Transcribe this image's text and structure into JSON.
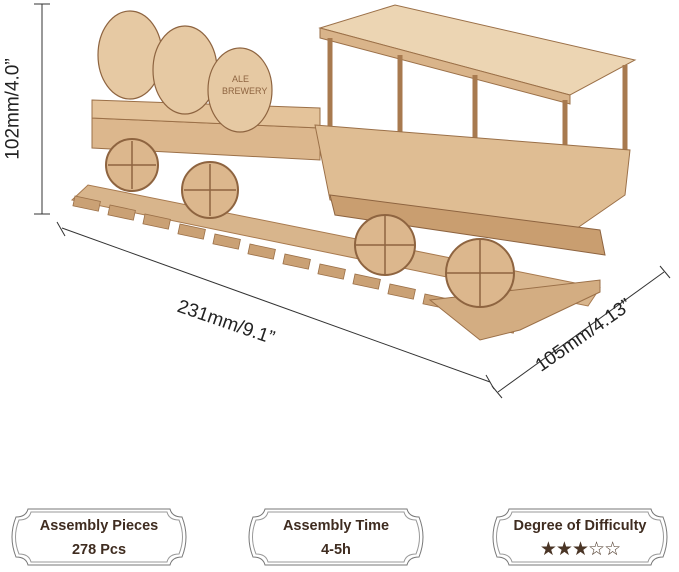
{
  "dimensions": {
    "height": "102mm/4.0”",
    "length": "231mm/9.1”",
    "width": "105mm/4.13”"
  },
  "product_image": "wooden-train-model-with-barrel-wagon-and-carriage",
  "badges": [
    {
      "title": "Assembly Pieces",
      "value": "278  Pcs"
    },
    {
      "title": "Assembly Time",
      "value": "4-5h"
    },
    {
      "title": "Degree of Difficulty",
      "rating": 3,
      "max": 5,
      "filled_star": "★",
      "empty_star": "☆"
    }
  ],
  "barrel_text": [
    "ALE",
    "BREWERY"
  ],
  "colors": {
    "wood": "#d9b48a",
    "wood_dark": "#a87a4f",
    "text": "#3f2c20"
  }
}
